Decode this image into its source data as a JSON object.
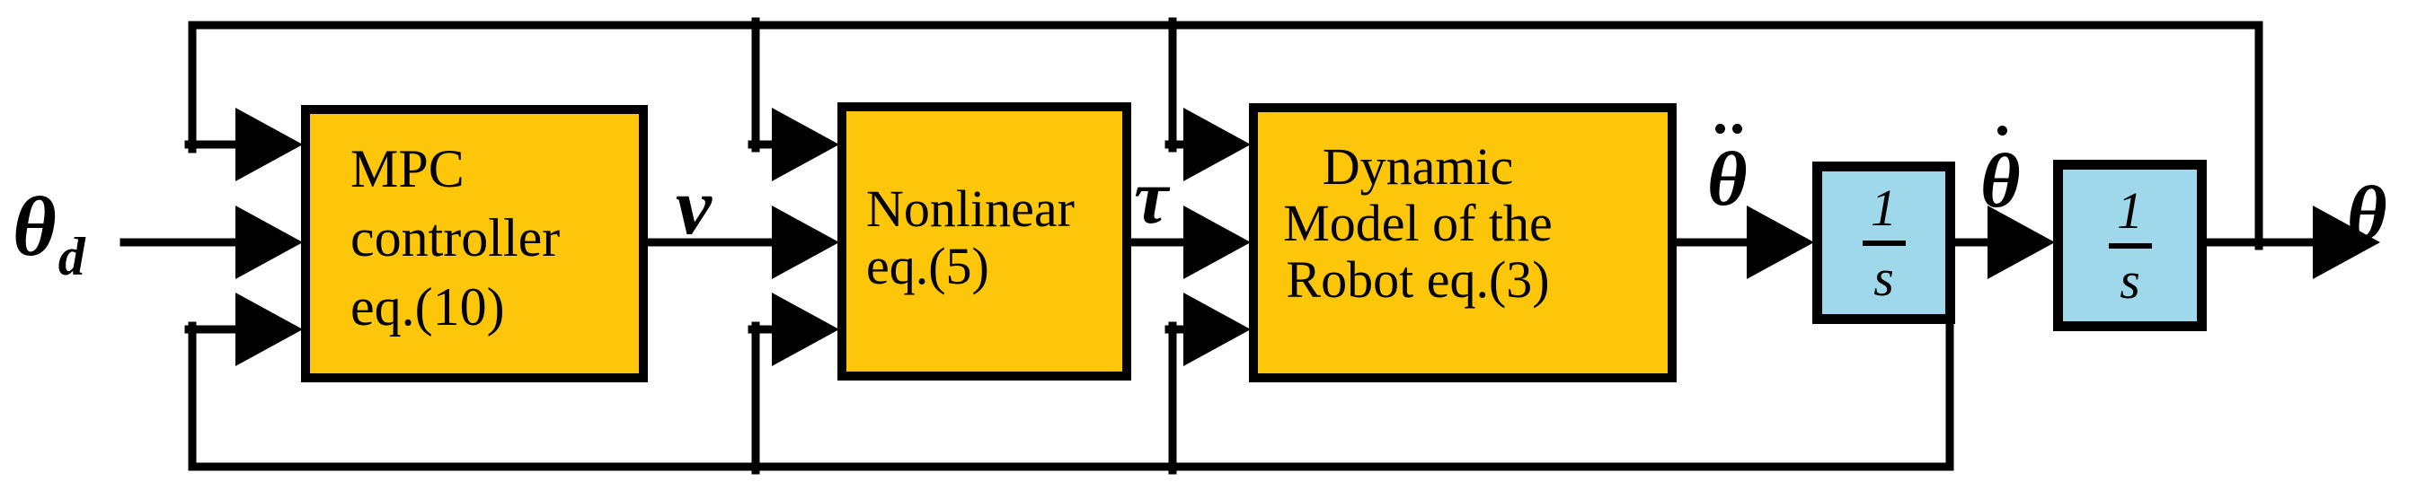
{
  "diagram": {
    "description": "Closed-loop MPC control block diagram of a robot",
    "colors": {
      "background": "#ffffff",
      "process_block_fill": "#fdc608",
      "integrator_block_fill": "#9fd8ea",
      "line_and_text": "#000000"
    },
    "blocks": {
      "mpc": {
        "line1": "MPC",
        "line2": "controller",
        "line3": "eq.(10)"
      },
      "nonlinear": {
        "line1": "Nonlinear",
        "line2": "eq.(5)"
      },
      "dynamic_model": {
        "line1": "Dynamic",
        "line2": "Model of the",
        "line3": "Robot eq.(3)"
      },
      "integrator1": {
        "numerator": "1",
        "denominator": "s"
      },
      "integrator2": {
        "numerator": "1",
        "denominator": "s"
      }
    },
    "signals": {
      "theta_d": {
        "symbol": "θ",
        "subscript": "d"
      },
      "v": {
        "symbol": "v"
      },
      "tau": {
        "symbol": "τ"
      },
      "theta_ddot": {
        "symbol": "θ",
        "accent": "double-dot"
      },
      "theta_dot": {
        "symbol": "θ",
        "accent": "dot"
      },
      "theta": {
        "symbol": "θ"
      }
    }
  }
}
